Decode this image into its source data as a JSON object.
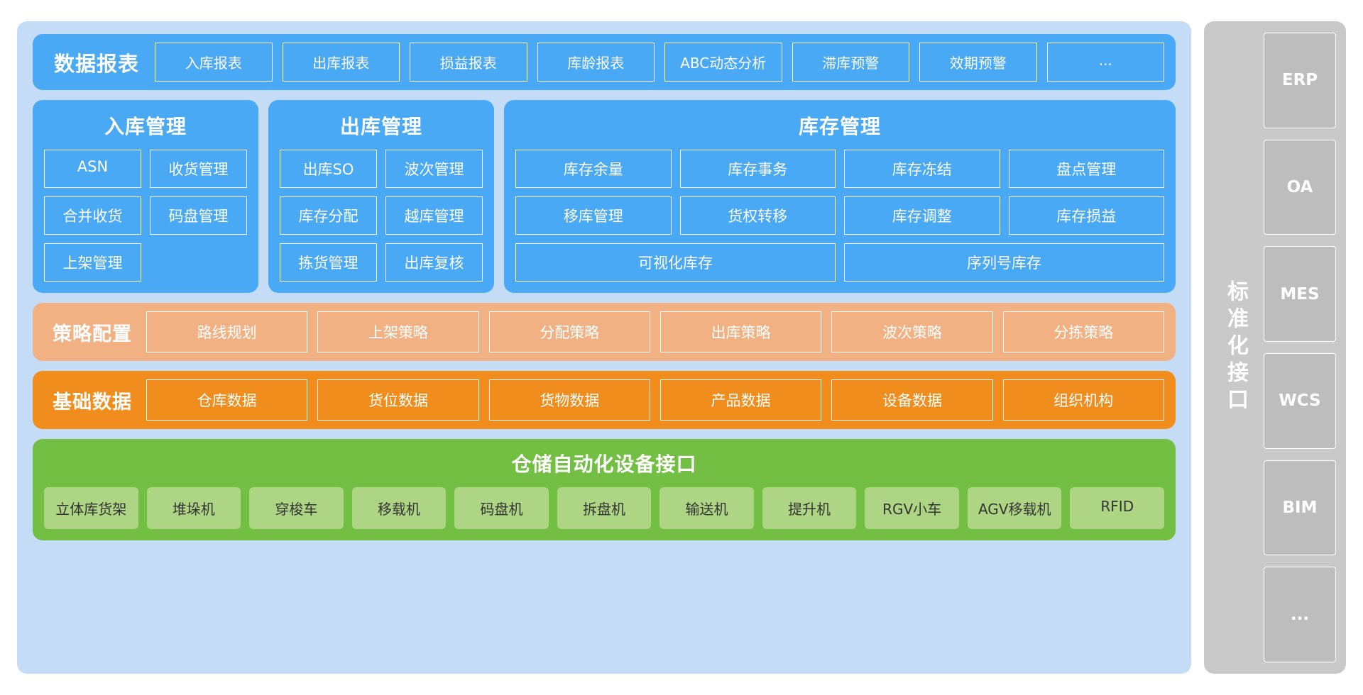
{
  "reports": {
    "title": "数据报表",
    "items": [
      "入库报表",
      "出库报表",
      "损益报表",
      "库龄报表",
      "ABC动态分析",
      "滞库预警",
      "效期预警",
      "..."
    ]
  },
  "inbound": {
    "title": "入库管理",
    "items": [
      "ASN",
      "收货管理",
      "合并收货",
      "码盘管理",
      "上架管理",
      ""
    ]
  },
  "outbound": {
    "title": "出库管理",
    "items": [
      "出库SO",
      "波次管理",
      "库存分配",
      "越库管理",
      "拣货管理",
      "出库复核"
    ]
  },
  "inventory": {
    "title": "库存管理",
    "row1": [
      "库存余量",
      "库存事务",
      "库存冻结",
      "盘点管理"
    ],
    "row2": [
      "移库管理",
      "货权转移",
      "库存调整",
      "库存损益"
    ],
    "row3": [
      "可视化库存",
      "序列号库存"
    ]
  },
  "strategy": {
    "title": "策略配置",
    "items": [
      "路线规划",
      "上架策略",
      "分配策略",
      "出库策略",
      "波次策略",
      "分拣策略"
    ]
  },
  "base_data": {
    "title": "基础数据",
    "items": [
      "仓库数据",
      "货位数据",
      "货物数据",
      "产品数据",
      "设备数据",
      "组织机构"
    ]
  },
  "equipment": {
    "title": "仓储自动化设备接口",
    "items": [
      "立体库货架",
      "堆垛机",
      "穿梭车",
      "移载机",
      "码盘机",
      "拆盘机",
      "输送机",
      "提升机",
      "RGV小车",
      "AGV移载机",
      "RFID"
    ]
  },
  "standard_interface": {
    "label": "标准化接口",
    "items": [
      "ERP",
      "OA",
      "MES",
      "WCS",
      "BIM",
      "..."
    ]
  },
  "colors": {
    "platform_bg": "#c5dcf7",
    "blue": "#49a9f5",
    "light_orange": "#f2b183",
    "orange": "#f08d1c",
    "green": "#73bf44",
    "green_chip": "#aed584",
    "gray": "#c9c9c9"
  }
}
